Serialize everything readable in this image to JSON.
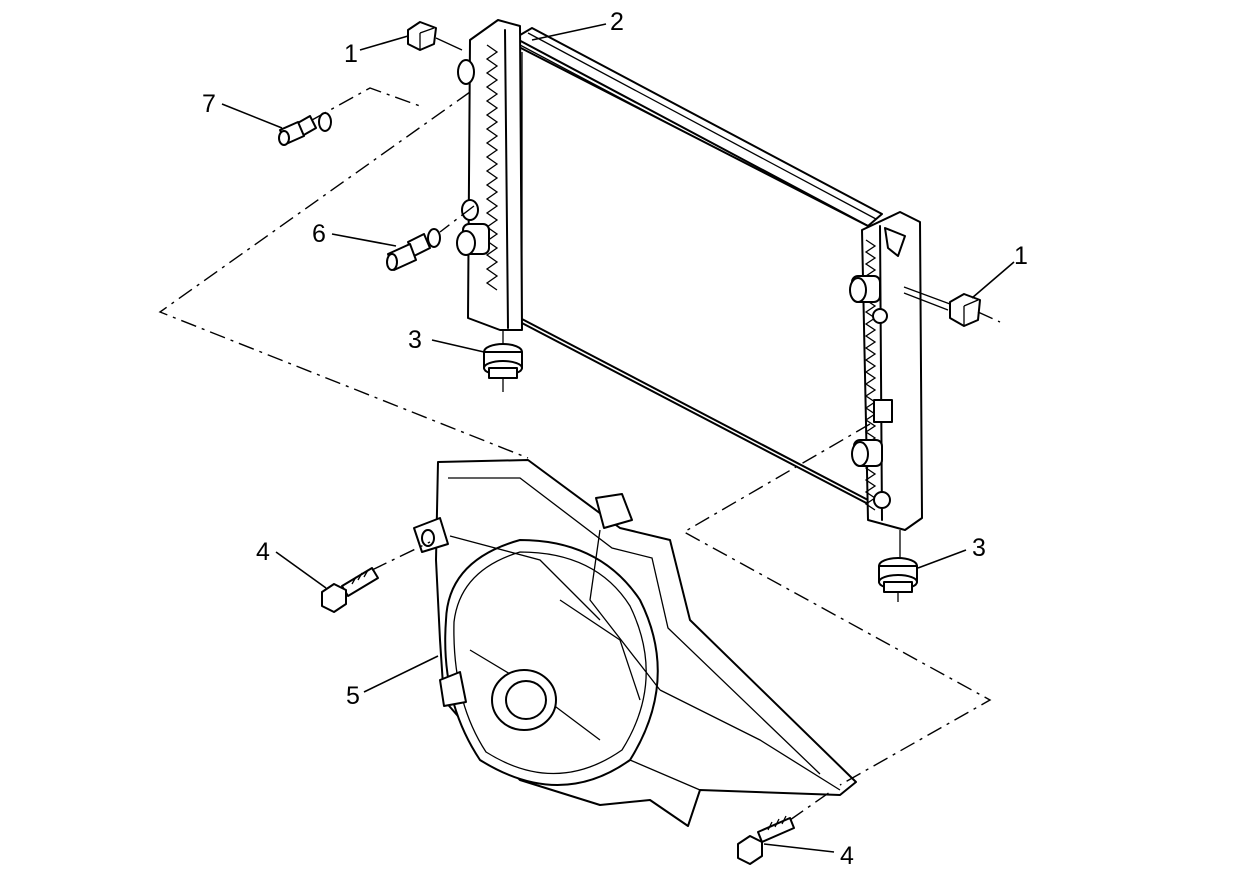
{
  "callouts": {
    "c1_top": "1",
    "c1_right": "1",
    "c2": "2",
    "c3_left": "3",
    "c3_right": "3",
    "c4_left": "4",
    "c4_bottom": "4",
    "c5": "5",
    "c6": "6",
    "c7": "7"
  }
}
